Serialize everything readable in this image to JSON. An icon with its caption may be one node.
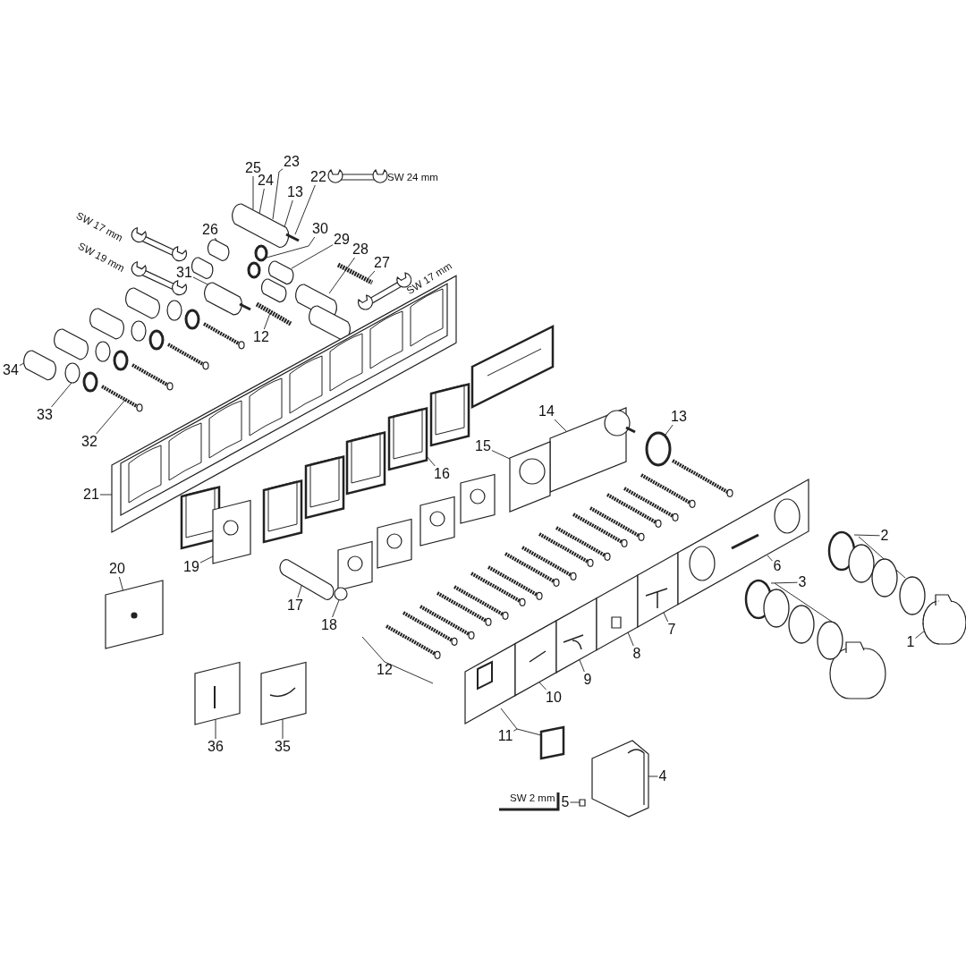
{
  "diagram": {
    "nodes": [
      {
        "text": [
          "23"
        ]
      },
      {
        "text": [
          "25"
        ]
      },
      {
        "text": [
          "22"
        ]
      },
      {
        "text": [
          "24"
        ]
      },
      {
        "text": [
          "13"
        ]
      },
      {
        "text": [
          "26"
        ]
      },
      {
        "text": [
          "30"
        ]
      },
      {
        "text": [
          "29"
        ]
      },
      {
        "text": [
          "28"
        ]
      },
      {
        "text": [
          "27"
        ]
      },
      {
        "text": [
          "31"
        ]
      },
      {
        "text": [
          "12"
        ]
      },
      {
        "text": [
          "34"
        ]
      },
      {
        "text": [
          "14"
        ]
      },
      {
        "text": [
          "33"
        ]
      },
      {
        "text": [
          "13"
        ]
      },
      {
        "text": [
          "32"
        ]
      },
      {
        "text": [
          "15"
        ]
      },
      {
        "text": [
          "16"
        ]
      },
      {
        "text": [
          "21"
        ]
      },
      {
        "text": [
          "2"
        ]
      },
      {
        "text": [
          "6"
        ]
      },
      {
        "text": [
          "19"
        ]
      },
      {
        "text": [
          "20"
        ]
      },
      {
        "text": [
          "3"
        ]
      },
      {
        "text": [
          "17"
        ]
      },
      {
        "text": [
          "18"
        ]
      },
      {
        "text": [
          "7"
        ]
      },
      {
        "text": [
          "1"
        ]
      },
      {
        "text": [
          "8"
        ]
      },
      {
        "text": [
          "12"
        ]
      },
      {
        "text": [
          "9"
        ]
      },
      {
        "text": [
          "10"
        ]
      },
      {
        "text": [
          "11"
        ]
      },
      {
        "text": [
          "36"
        ]
      },
      {
        "text": [
          "35"
        ]
      },
      {
        "text": [
          "4"
        ]
      },
      {
        "text": [
          "5"
        ]
      },
      {
        "text": [],
        "shape": "picture"
      },
      {
        "text": [],
        "shape": "picture"
      },
      {
        "text": [],
        "shape": "picture"
      },
      {
        "text": [],
        "shape": "picture"
      },
      {
        "text": [],
        "shape": "picture"
      },
      {
        "text": [],
        "shape": "picture"
      },
      {
        "text": [],
        "shape": "picture"
      },
      {
        "text": [],
        "shape": "picture"
      },
      {
        "text": [],
        "shape": "picture"
      },
      {
        "text": [],
        "shape": "picture"
      },
      {
        "text": [],
        "shape": "picture"
      },
      {
        "text": [],
        "shape": "picture"
      },
      {
        "text": [],
        "shape": "picture"
      },
      {
        "text": [],
        "shape": "circle"
      },
      {
        "text": [],
        "shape": "picture"
      },
      {
        "text": [],
        "shape": "picture"
      },
      {
        "text": [],
        "shape": "picture"
      },
      {
        "text": [],
        "shape": "picture"
      },
      {
        "text": [],
        "shape": "picture"
      },
      {
        "text": [],
        "shape": "circle"
      },
      {
        "text": [],
        "shape": "picture"
      },
      {
        "text": [],
        "shape": "picture"
      },
      {
        "text": [],
        "shape": "picture"
      },
      {
        "text": [],
        "shape": "picture"
      },
      {
        "text": [],
        "shape": "picture"
      },
      {
        "text": [],
        "shape": "picture"
      },
      {
        "text": [],
        "shape": "picture"
      },
      {
        "text": [],
        "shape": "picture"
      },
      {
        "text": [],
        "shape": "box"
      },
      {
        "text": [],
        "shape": "picture"
      },
      {
        "text": [],
        "shape": "box"
      },
      {
        "text": [],
        "shape": "picture"
      },
      {
        "text": [],
        "shape": "picture"
      }
    ],
    "edges": [
      {
        "from": 0,
        "to": 38,
        "arrow": "none"
      },
      {
        "from": 1,
        "to": 38,
        "arrow": "none"
      },
      {
        "from": 2,
        "to": 38,
        "arrow": "none"
      },
      {
        "from": 3,
        "to": 38,
        "arrow": "none"
      },
      {
        "from": 4,
        "to": 38,
        "arrow": "none"
      },
      {
        "from": 5,
        "to": 39,
        "arrow": "none"
      },
      {
        "from": 6,
        "to": 40,
        "arrow": "none"
      },
      {
        "from": 7,
        "to": 41,
        "arrow": "none"
      },
      {
        "from": 8,
        "to": 42,
        "arrow": "none"
      },
      {
        "from": 9,
        "to": 43,
        "arrow": "none"
      },
      {
        "from": 10,
        "to": 44,
        "arrow": "none"
      },
      {
        "from": 11,
        "to": 45,
        "arrow": "none"
      },
      {
        "from": 12,
        "to": 46,
        "arrow": "none"
      },
      {
        "from": 13,
        "to": 50,
        "arrow": "none"
      },
      {
        "from": 14,
        "to": 47,
        "arrow": "none"
      },
      {
        "from": 15,
        "to": 51,
        "arrow": "none"
      },
      {
        "from": 16,
        "to": 48,
        "arrow": "none"
      },
      {
        "from": 17,
        "to": 52,
        "arrow": "none"
      },
      {
        "from": 18,
        "to": 53,
        "arrow": "none"
      },
      {
        "from": 19,
        "to": 49,
        "arrow": "none"
      },
      {
        "from": 20,
        "to": 63,
        "arrow": "none"
      },
      {
        "from": 21,
        "to": 62,
        "arrow": "none"
      },
      {
        "from": 22,
        "to": 54,
        "arrow": "none"
      },
      {
        "from": 23,
        "to": 55,
        "arrow": "none"
      },
      {
        "from": 24,
        "to": 64,
        "arrow": "none"
      },
      {
        "from": 25,
        "to": 56,
        "arrow": "none"
      },
      {
        "from": 26,
        "to": 57,
        "arrow": "none"
      },
      {
        "from": 27,
        "to": 61,
        "arrow": "none"
      },
      {
        "from": 28,
        "to": 65,
        "arrow": "none"
      },
      {
        "from": 29,
        "to": 60,
        "arrow": "none"
      },
      {
        "from": 30,
        "to": null,
        "arrow": "none"
      },
      {
        "from": 31,
        "to": 59,
        "arrow": "none"
      },
      {
        "from": 32,
        "to": 58,
        "arrow": "none"
      },
      {
        "from": 33,
        "to": 66,
        "arrow": "none"
      },
      {
        "from": 34,
        "to": 69,
        "arrow": "none"
      },
      {
        "from": 35,
        "to": 70,
        "arrow": "none"
      },
      {
        "from": 36,
        "to": 67,
        "arrow": "none"
      },
      {
        "from": 37,
        "to": 68,
        "arrow": "none"
      }
    ],
    "labels": [
      "SW 24 mm",
      "SW 17 mm",
      "SW 19 mm",
      "SW 17 mm",
      "SW 2 mm"
    ]
  }
}
